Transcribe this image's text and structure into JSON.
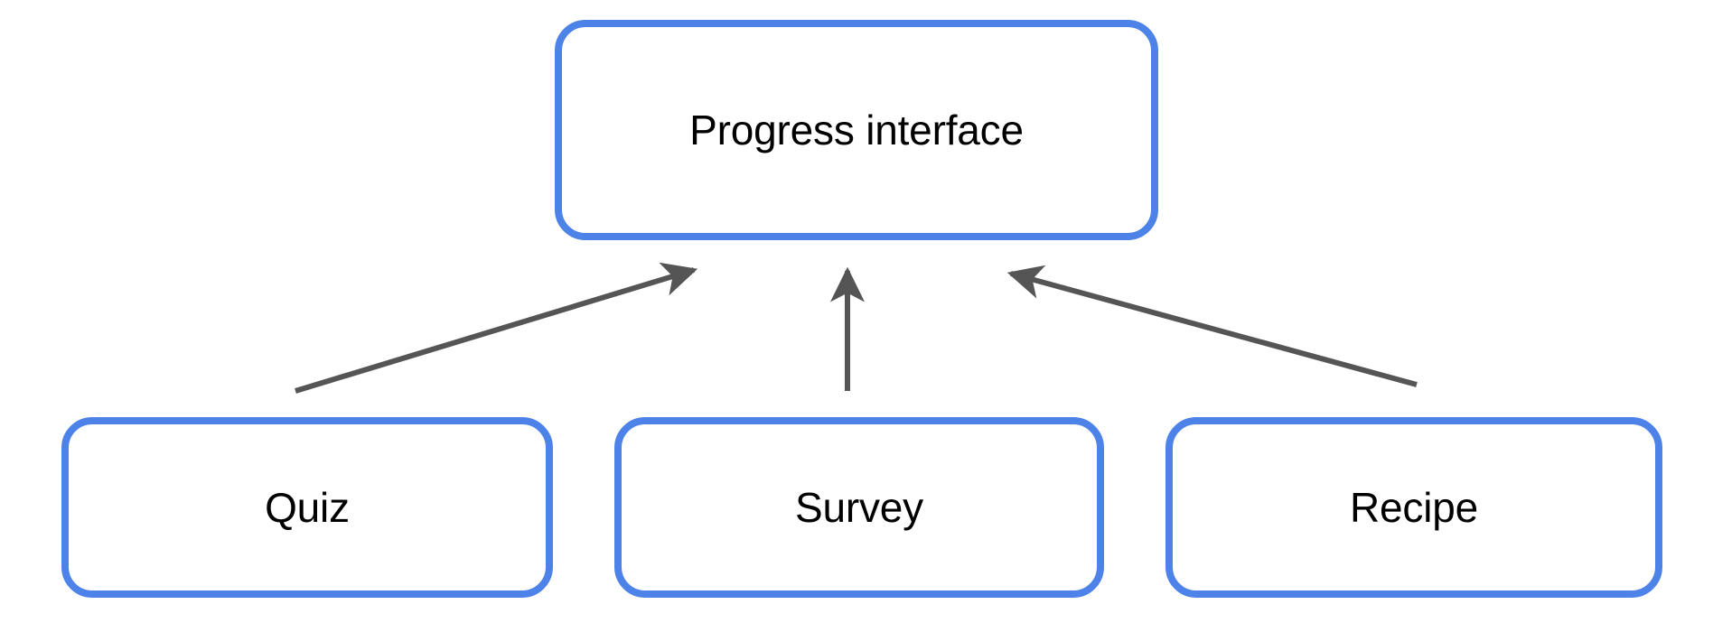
{
  "diagram": {
    "type": "flowchart",
    "title": "",
    "background_color": "#ffffff",
    "node_border_color": "#4d82e8",
    "node_fill_color": "#ffffff",
    "node_text_color": "#000000",
    "edge_color": "#555555",
    "nodes": [
      {
        "id": "root",
        "label": "Progress interface",
        "role": "target",
        "shape": "rounded-rectangle"
      },
      {
        "id": "quiz",
        "label": "Quiz",
        "role": "source",
        "shape": "rounded-rectangle"
      },
      {
        "id": "survey",
        "label": "Survey",
        "role": "source",
        "shape": "rounded-rectangle"
      },
      {
        "id": "recipe",
        "label": "Recipe",
        "role": "source",
        "shape": "rounded-rectangle"
      }
    ],
    "edges": [
      {
        "id": "quiz-to-root",
        "from": "quiz",
        "to": "root",
        "arrow": "single",
        "direction": "up-right",
        "label": ""
      },
      {
        "id": "survey-to-root",
        "from": "survey",
        "to": "root",
        "arrow": "single",
        "direction": "up",
        "label": ""
      },
      {
        "id": "recipe-to-root",
        "from": "recipe",
        "to": "root",
        "arrow": "single",
        "direction": "up-left",
        "label": ""
      }
    ]
  }
}
